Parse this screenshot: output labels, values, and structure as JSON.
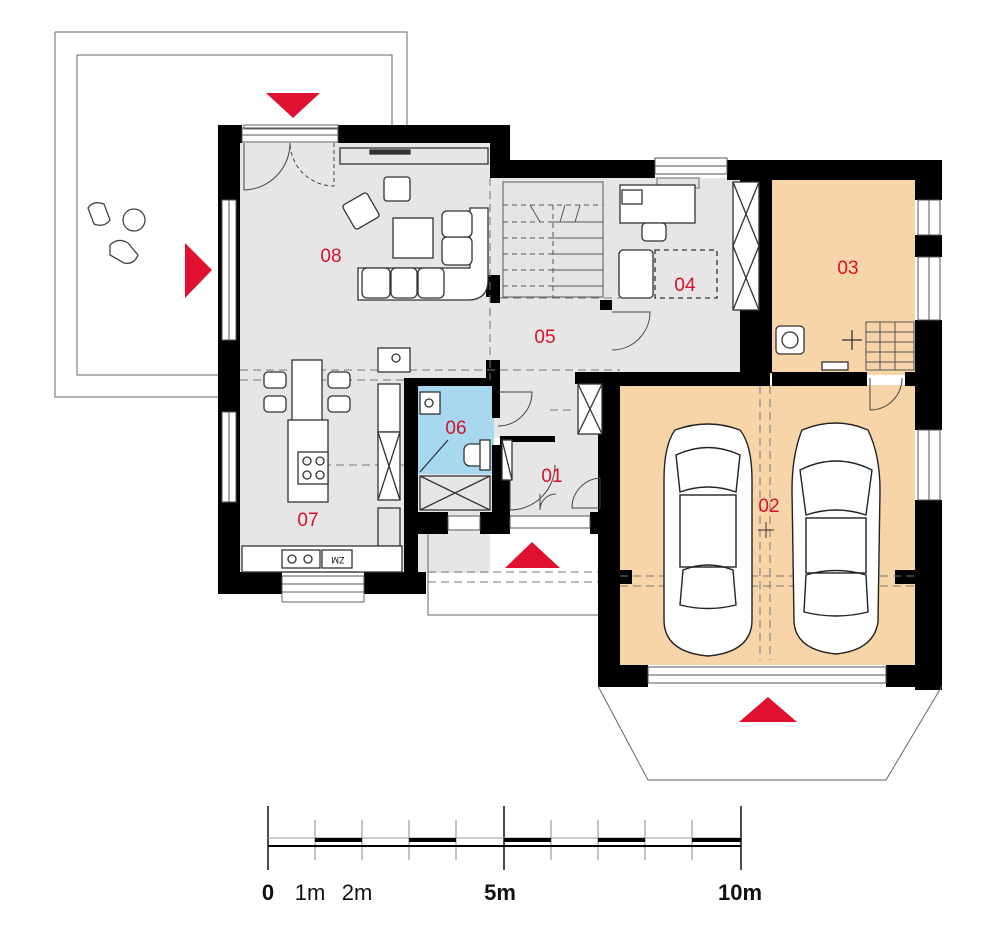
{
  "rooms": [
    {
      "id": "01",
      "label": "01"
    },
    {
      "id": "02",
      "label": "02"
    },
    {
      "id": "03",
      "label": "03"
    },
    {
      "id": "04",
      "label": "04"
    },
    {
      "id": "05",
      "label": "05"
    },
    {
      "id": "06",
      "label": "06"
    },
    {
      "id": "07",
      "label": "07"
    },
    {
      "id": "08",
      "label": "08"
    }
  ],
  "kitchen_counter_text": "ZM",
  "scale_bar": {
    "labels": [
      "0",
      "1m",
      "2m",
      "5m",
      "10m"
    ],
    "total_m": 10
  },
  "colors": {
    "wall": "#000000",
    "floor": "#e6e6e6",
    "garage_floor": "#f8d5a8",
    "bathroom_floor": "#a8d8f0",
    "label_red": "#d8102a",
    "entrance_arrow": "#e01030"
  }
}
